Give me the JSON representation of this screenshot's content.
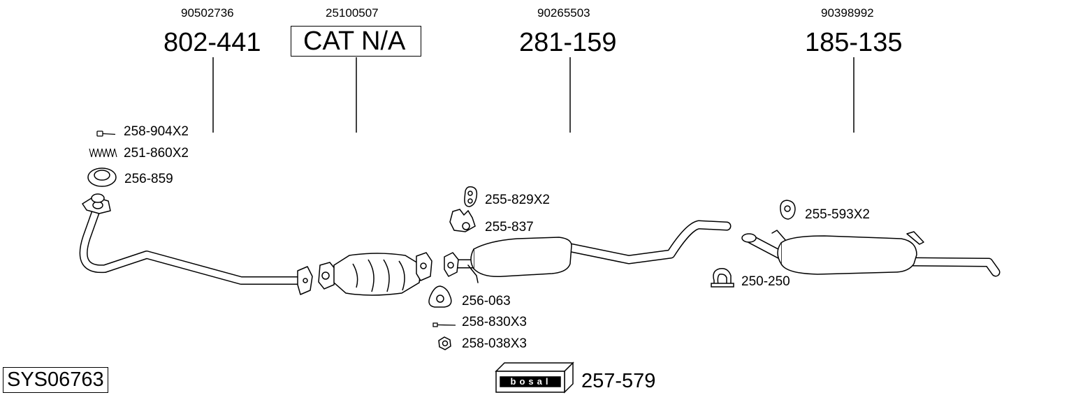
{
  "columns": [
    {
      "oem": "90502736",
      "part": "802-441"
    },
    {
      "oem": "25100507",
      "part": "CAT N/A"
    },
    {
      "oem": "90265503",
      "part": "281-159"
    },
    {
      "oem": "90398992",
      "part": "185-135"
    }
  ],
  "accessories": {
    "bolt_258_904": "258-904X2",
    "spring_251_860": "251-860X2",
    "gasket_256_859": "256-859",
    "mount_255_829": "255-829X2",
    "bracket_255_837": "255-837",
    "gasket_256_063": "256-063",
    "bolt_258_830": "258-830X3",
    "nut_258_038": "258-038X3",
    "mount_255_593": "255-593X2",
    "clamp_250_250": "250-250"
  },
  "kit": {
    "logo_text": "bosal",
    "part": "257-579"
  },
  "system_code": "SYS06763"
}
